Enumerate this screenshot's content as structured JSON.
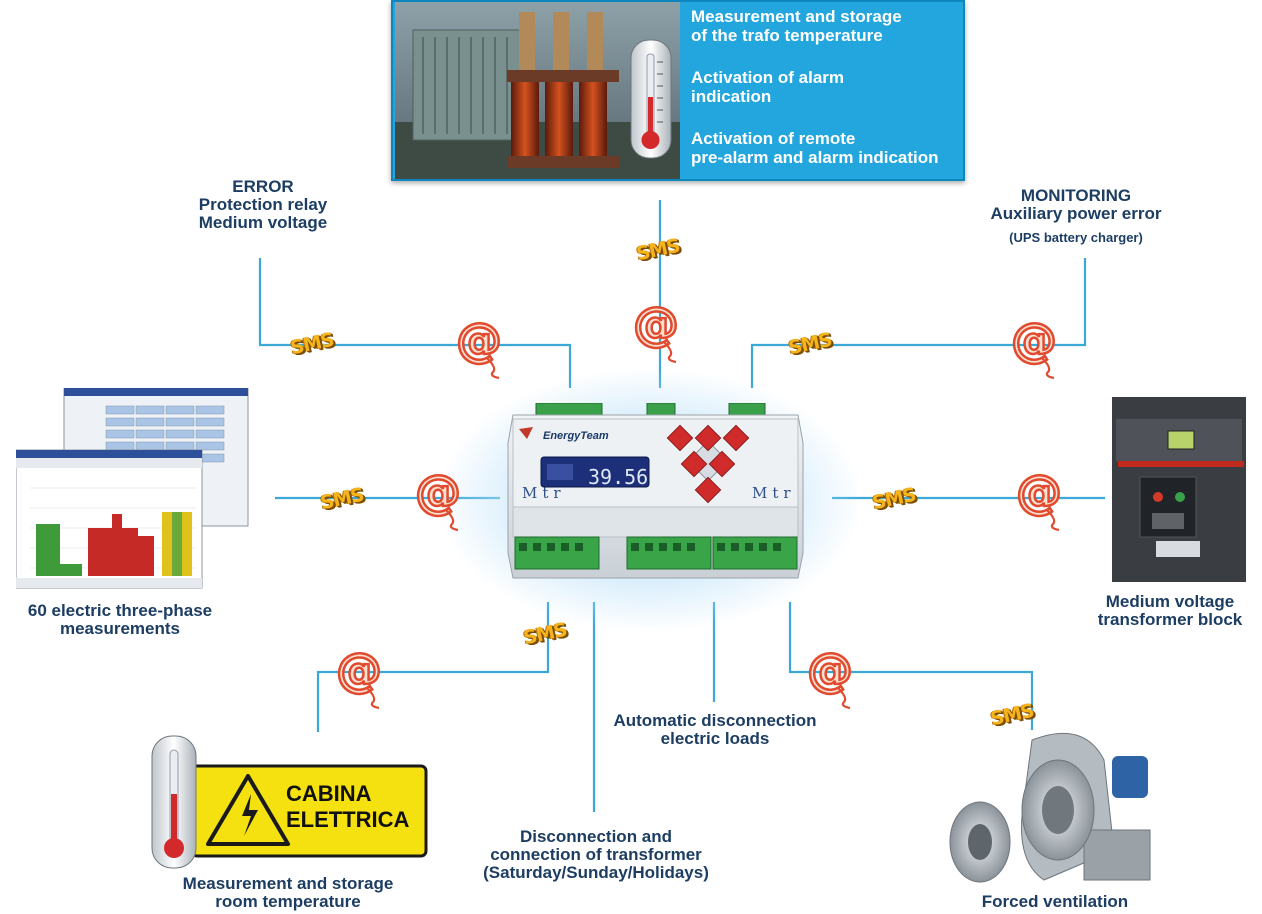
{
  "top_panel": {
    "lines": [
      "Measurement and storage\nof the trafo  temperature",
      "Activation of alarm\n indication",
      " Activation of remote\npre-alarm and alarm indication"
    ]
  },
  "labels": {
    "error": "ERROR\nProtection relay\nMedium voltage",
    "monitoring_title": "MONITORING\nAuxiliary power error",
    "monitoring_sub": "(UPS battery charger)",
    "measurements": "60 electric three-phase\nmeasurements",
    "breaker": "Medium voltage\ntransformer block",
    "auto_disconnect": "Automatic disconnection\nelectric loads",
    "disconnection": "Disconnection and\nconnection of transformer\n(Saturday/Sunday/Holidays)",
    "room_temp": "Measurement and storage\nroom temperature",
    "ventilation": "Forced ventilation"
  },
  "device": {
    "display_value": "39.56",
    "brand": "EnergyTeam",
    "model_left": "Mtr",
    "model_right": "Mtr"
  },
  "sign": {
    "text": "CABINA\nELETTRICA"
  },
  "icons": {
    "sms_text": "SMS",
    "at_symbol": "@"
  },
  "colors": {
    "wire": "#3ba8d8",
    "panel_bg": "#23a6dd",
    "label_text": "#1d3d63",
    "sms_gold": "#f6b41a",
    "at_red": "#e14a2e"
  }
}
